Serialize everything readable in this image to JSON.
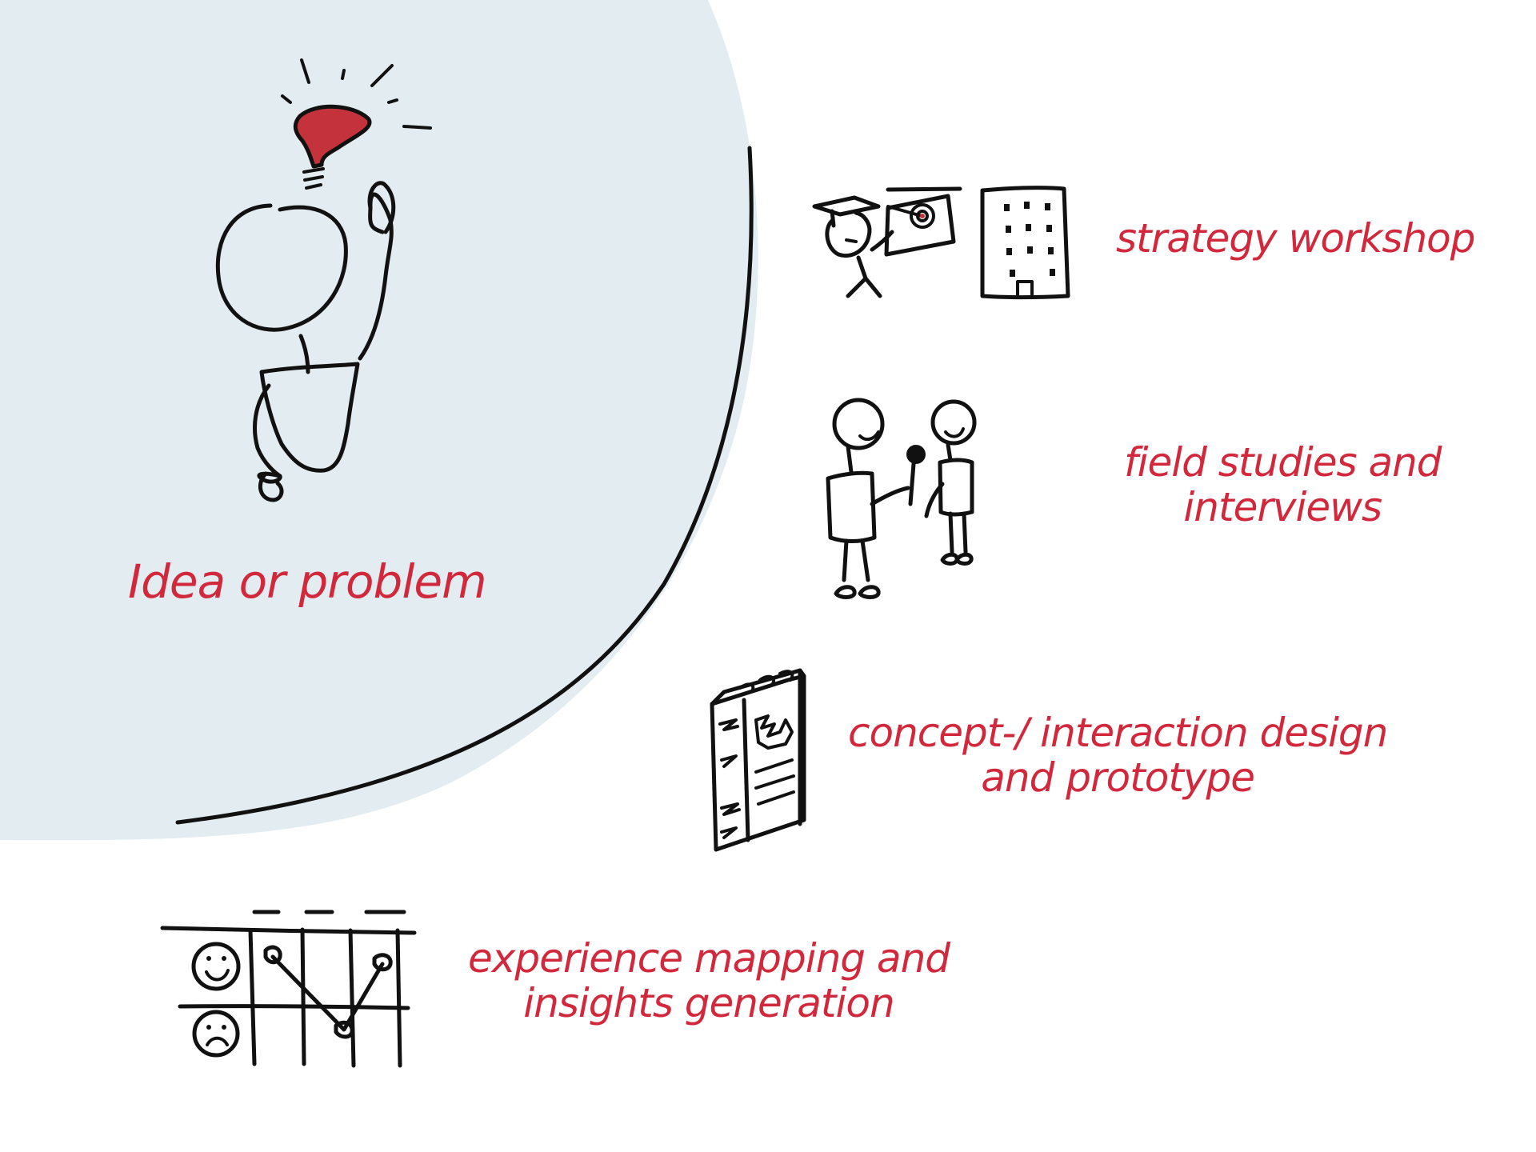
{
  "colors": {
    "background": "#ffffff",
    "bubble": "#e3ecf0",
    "accent": "#d2283c",
    "bulb": "#c4323c",
    "ink": "#111111"
  },
  "main": {
    "label": "Idea or problem",
    "icon": "person-with-lightbulb-icon"
  },
  "steps": [
    {
      "line1": "strategy workshop",
      "line2": "",
      "icon": "strategy-workshop-icon"
    },
    {
      "line1": "field studies and",
      "line2": "interviews",
      "icon": "interview-icon"
    },
    {
      "line1": "concept-/ interaction design",
      "line2": "and prototype",
      "icon": "prototype-book-icon"
    },
    {
      "line1": "experience mapping and",
      "line2": "insights generation",
      "icon": "experience-map-icon"
    }
  ]
}
